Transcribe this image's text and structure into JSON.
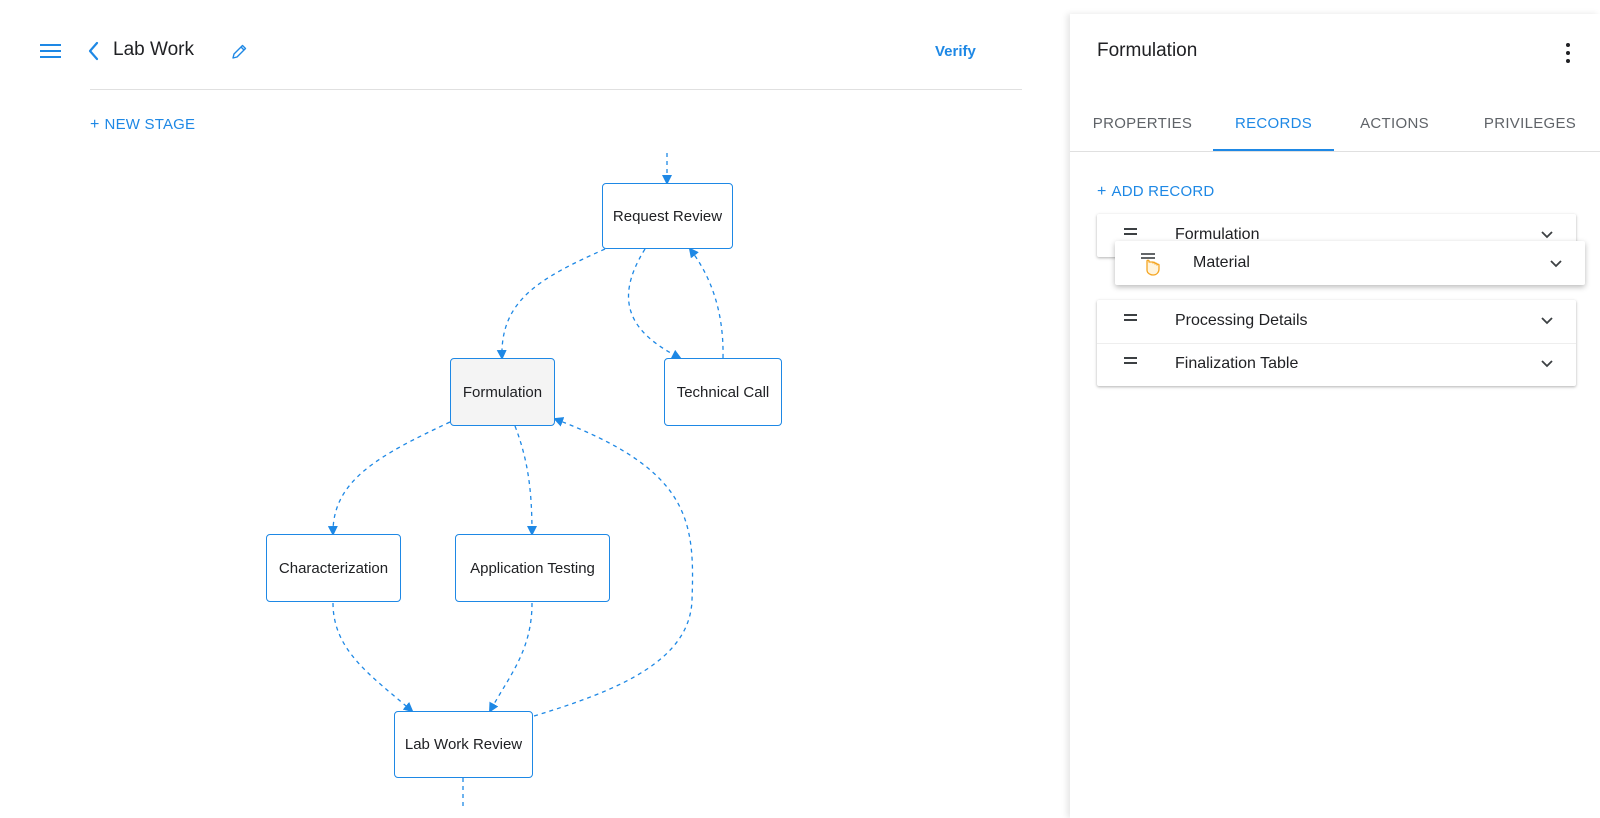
{
  "header": {
    "title": "Lab Work",
    "verify_label": "Verify",
    "new_stage_label": "NEW STAGE"
  },
  "flow": {
    "nodes": {
      "request_review": "Request Review",
      "formulation": "Formulation",
      "technical_call": "Technical Call",
      "characterization": "Characterization",
      "application_testing": "Application Testing",
      "lab_work_review": "Lab Work Review"
    },
    "selected": "Formulation"
  },
  "panel": {
    "title": "Formulation",
    "tabs": [
      {
        "label": "PROPERTIES",
        "active": false
      },
      {
        "label": "RECORDS",
        "active": true
      },
      {
        "label": "ACTIONS",
        "active": false
      },
      {
        "label": "PRIVILEGES",
        "active": false
      }
    ],
    "add_record_label": "ADD RECORD",
    "records": [
      {
        "label": "Formulation"
      },
      {
        "label": "Processing Details"
      },
      {
        "label": "Finalization Table"
      }
    ],
    "dragging_record": {
      "label": "Material"
    }
  },
  "colors": {
    "accent": "#1e88e5",
    "text": "#202124",
    "selected_node_bg": "#f4f4f4",
    "drag_hand": "#f5a623"
  },
  "icons": [
    "menu-icon",
    "chevron-left-icon",
    "pencil-icon",
    "kebab-menu-icon",
    "drag-handle-icon",
    "chevron-down-icon",
    "grab-hand-icon"
  ]
}
